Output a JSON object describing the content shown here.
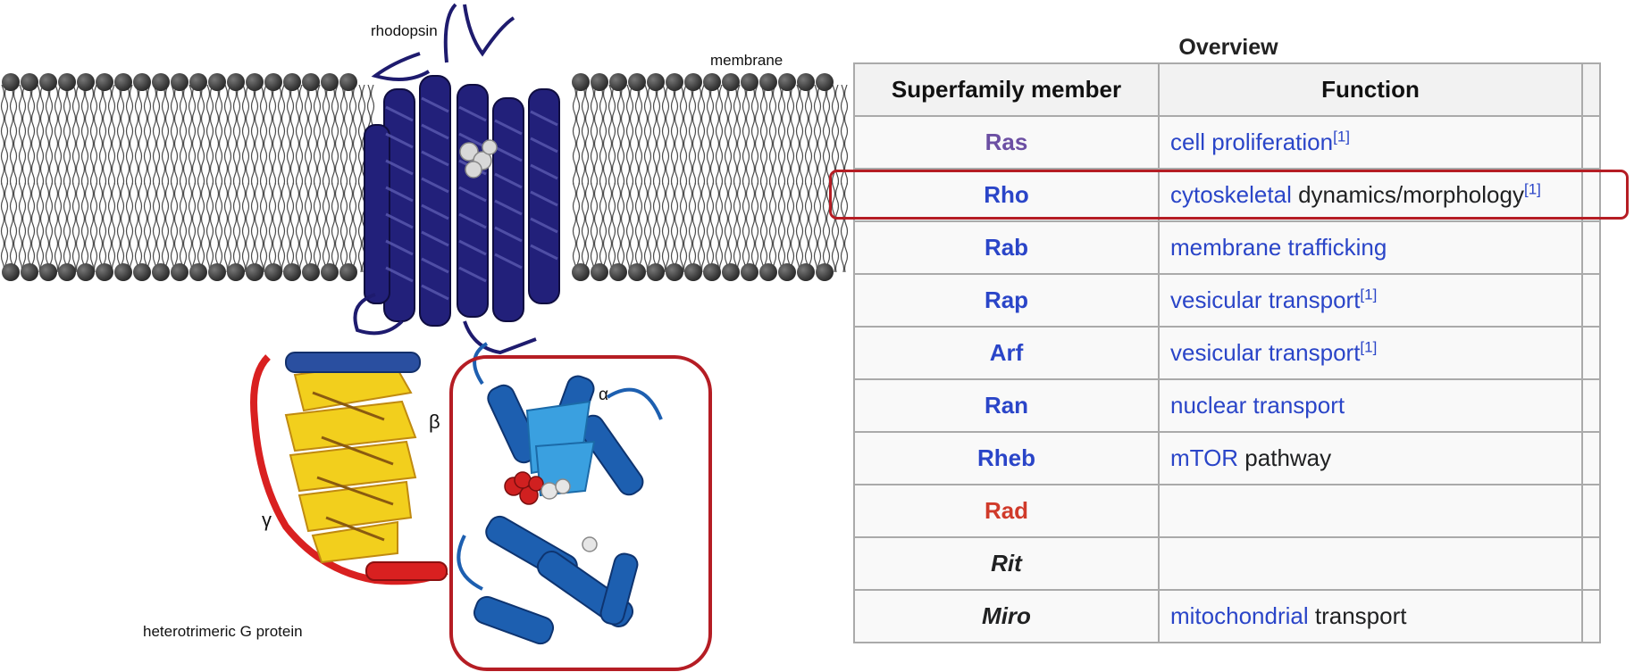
{
  "figure": {
    "labels": {
      "rhodopsin": "rhodopsin",
      "membrane": "membrane",
      "alpha": "α",
      "beta": "β",
      "gamma": "γ",
      "g_protein": "heterotrimeric G protein"
    },
    "colors": {
      "lipid_head": "#3a3a3a",
      "rhodopsin": "#1e1b6e",
      "alpha_subunit": "#1d5fb0",
      "beta_subunit": "#f2cf1d",
      "gamma_subunit": "#d92020",
      "gdp": "#cc2222",
      "highlight_box": "#b51d24"
    }
  },
  "overview": {
    "caption": "Overview",
    "headers": {
      "member": "Superfamily member",
      "function": "Function"
    },
    "rows": [
      {
        "member": "Ras",
        "member_color": "#6c4fa3",
        "italic": false,
        "func_link": "cell proliferation",
        "func_text": "",
        "ref": "[1]"
      },
      {
        "member": "Rho",
        "member_color": "#2a45c8",
        "italic": false,
        "func_link": "cytoskeletal",
        "func_text": " dynamics/morphology",
        "ref": "[1]"
      },
      {
        "member": "Rab",
        "member_color": "#2a45c8",
        "italic": false,
        "func_link": "membrane trafficking",
        "func_text": "",
        "ref": ""
      },
      {
        "member": "Rap",
        "member_color": "#2a45c8",
        "italic": false,
        "func_link": "vesicular transport",
        "func_text": "",
        "ref": "[1]"
      },
      {
        "member": "Arf",
        "member_color": "#2a45c8",
        "italic": false,
        "func_link": "vesicular transport",
        "func_text": "",
        "ref": "[1]"
      },
      {
        "member": "Ran",
        "member_color": "#2a45c8",
        "italic": false,
        "func_link": "nuclear transport",
        "func_text": "",
        "ref": ""
      },
      {
        "member": "Rheb",
        "member_color": "#2a45c8",
        "italic": false,
        "func_link": "mTOR",
        "func_text": " pathway",
        "ref": ""
      },
      {
        "member": "Rad",
        "member_color": "#d03a2a",
        "italic": false,
        "func_link": "",
        "func_text": "",
        "ref": ""
      },
      {
        "member": "Rit",
        "member_color": "#202122",
        "italic": true,
        "func_link": "",
        "func_text": "",
        "ref": ""
      },
      {
        "member": "Miro",
        "member_color": "#202122",
        "italic": true,
        "func_link": "mitochondrial",
        "func_text": " transport",
        "ref": ""
      }
    ],
    "highlighted_row": "Rho"
  }
}
